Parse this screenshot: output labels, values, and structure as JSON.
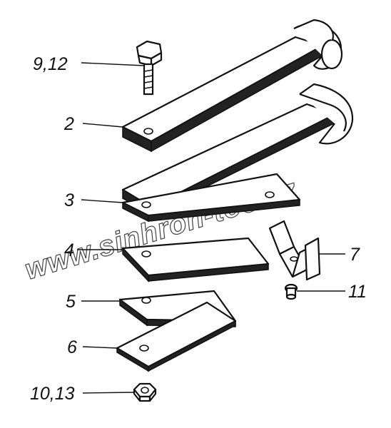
{
  "callouts": {
    "bolt": "9,12",
    "leaf_main": "2",
    "leaf_3": "3",
    "leaf_4": "4",
    "leaf_5": "5",
    "leaf_6": "6",
    "bracket": "7",
    "screw": "11",
    "nut": "10,13"
  },
  "watermark": "www.sinhron-too.kz"
}
